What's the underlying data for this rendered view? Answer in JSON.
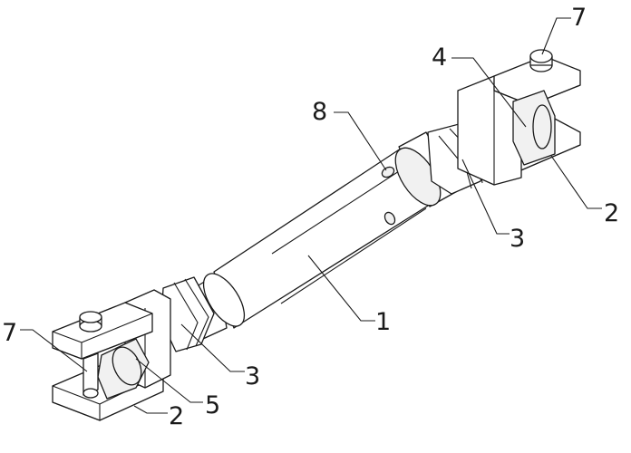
{
  "callouts": [
    {
      "id": "c1",
      "text": "1"
    },
    {
      "id": "c2a",
      "text": "2"
    },
    {
      "id": "c2b",
      "text": "2"
    },
    {
      "id": "c3a",
      "text": "3"
    },
    {
      "id": "c3b",
      "text": "3"
    },
    {
      "id": "c4",
      "text": "4"
    },
    {
      "id": "c5",
      "text": "5"
    },
    {
      "id": "c7a",
      "text": "7"
    },
    {
      "id": "c7b",
      "text": "7"
    },
    {
      "id": "c8",
      "text": "8"
    }
  ]
}
